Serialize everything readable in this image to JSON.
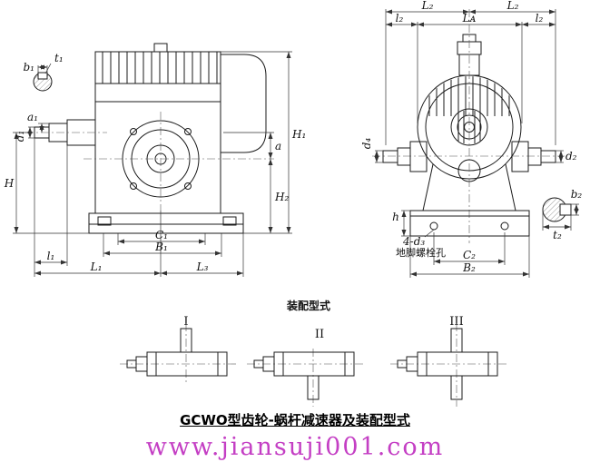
{
  "drawing": {
    "caption": "GCWO型齿轮-蜗杆减速器及装配型式",
    "watermark": "www.jiansuji001.com",
    "watermark_color": "#c43fc4"
  },
  "front_view": {
    "labels": {
      "t1": "t₁",
      "b1": "b₁",
      "a1": "a₁",
      "d1": "d₁",
      "H": "H",
      "a": "a",
      "H1": "H₁",
      "H2": "H₂",
      "l1": "l₁",
      "L1": "L₁",
      "L3": "L₃",
      "C1": "C₁",
      "B1": "B₁"
    }
  },
  "side_view": {
    "labels": {
      "L2_left": "L₂",
      "L2_right": "L₂",
      "LA": "Lᴀ",
      "l2_left": "l₂",
      "l2_right": "l₂",
      "d4": "d₄",
      "d2": "d₂",
      "b2": "b₂",
      "t2": "t₂",
      "h": "h",
      "bolt_callout_line1": "4-d₃",
      "bolt_callout_line2": "地脚螺栓孔",
      "C2": "C₂",
      "B2": "B₂"
    }
  },
  "assembly": {
    "heading": "装配型式",
    "type_1": "I",
    "type_2": "II",
    "type_3": "III"
  }
}
